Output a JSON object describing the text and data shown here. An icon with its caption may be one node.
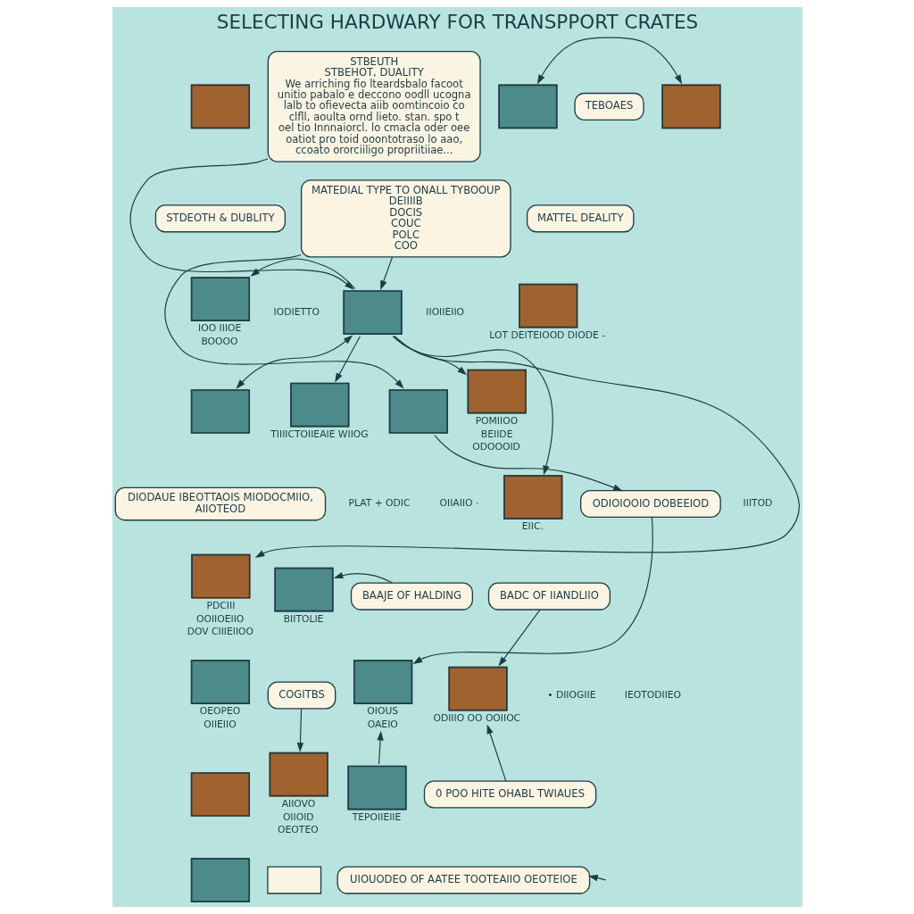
{
  "diagram": {
    "title": "SELECTING HARDWARY FOR TRANSPPORT CRATES",
    "nodes": [
      {
        "text": [
          "STBEUTH",
          "STBEHOT, DUALITY",
          "We arriching fio lteardsbalo facoot unitio pabalo e deccono oodll ucogna lalb to ofievecta aiib oomtincoio co clfll, aoulta ornd lieto. stan. spo t oel tio Innnaiorcl. lo cmacla oder oee oatiot pro toid ooontotraso lo aao, ccoato ororciiligo propriitiiae..."
        ]
      },
      {
        "text": [
          "STDEOTH & DUBLITY"
        ]
      },
      {
        "text": [
          "MATEDIAL TYPE TO ONALL TYBOOUP",
          "DEIIIIB",
          "DOCIS",
          "COUC",
          "POLC",
          "COO"
        ]
      },
      {
        "text": [
          "MATTEL DEALITY"
        ]
      },
      {
        "text": [
          "TEBOAES"
        ]
      },
      {
        "text": [
          "DIODAUE IBEOTTAOIS MIODOCMIIO, AIIOTEOD"
        ]
      },
      {
        "text": [
          "BAAJE OF HALDING"
        ]
      },
      {
        "text": [
          "COGITBS"
        ]
      },
      {
        "text": [],
        "shape": "box"
      },
      {
        "text": [
          "0 POO HITE OHABL TWIAUES"
        ]
      },
      {
        "text": [
          "BADC OF IIANDLIIO"
        ]
      },
      {
        "text": [
          "ODIOIOOIO DOBEEIOD"
        ]
      },
      {
        "text": [
          "UIOUODEO OF AATEE TOOTEAIIO OEOTEIOE"
        ]
      },
      {
        "text": [],
        "shape": "box"
      },
      {
        "text": [],
        "shape": "box"
      },
      {
        "text": [],
        "shape": "box",
        "beside": [
          "IOO IIIOE",
          "BOOOO"
        ]
      },
      {
        "text": [],
        "shape": "box"
      },
      {
        "text": [],
        "shape": "box",
        "beside": [
          "PDCIII",
          "OOIIOEIIO",
          "DOV CIIIEIIOO"
        ]
      },
      {
        "text": [],
        "shape": "box",
        "beside": [
          "OEOPEO",
          "OIIEIIO"
        ]
      },
      {
        "text": [],
        "shape": "box"
      },
      {
        "text": [],
        "shape": "box"
      },
      {
        "text": [],
        "shape": "box"
      },
      {
        "text": [],
        "shape": "box",
        "beside": [
          "LOT DEITEIOOD DIODE -"
        ]
      },
      {
        "text": [],
        "shape": "box",
        "beside": [
          "POMIIOO",
          "BEIIDE",
          "ODOOOID"
        ]
      },
      {
        "text": [],
        "shape": "box",
        "beside": [
          "EIIC."
        ]
      },
      {
        "text": [],
        "shape": "box",
        "beside": [
          "AIIOVO",
          "OIIOID",
          "OEOTEO"
        ]
      },
      {
        "text": [],
        "shape": "box",
        "beside": [
          "TIIIICTOIIEAIE WIIOG"
        ]
      },
      {
        "text": [],
        "shape": "box"
      },
      {
        "text": [],
        "shape": "box",
        "beside": [
          "OIOUS",
          "OAEIO"
        ]
      },
      {
        "text": [],
        "shape": "box"
      },
      {
        "text": [],
        "shape": "box",
        "beside": [
          "ODIIIO OO OOIIOC"
        ]
      },
      {
        "text": [],
        "shape": "box",
        "beside": [
          "BIITOLIE"
        ]
      },
      {
        "text": [],
        "shape": "box",
        "beside": [
          "TEPOIIEIIE"
        ]
      }
    ],
    "edges": [
      {
        "from": 0,
        "to": 13,
        "arrow": "to"
      },
      {
        "from": 13,
        "to": 15,
        "arrow": "to"
      },
      {
        "from": 13,
        "to": 16,
        "arrow": "both"
      },
      {
        "from": 2,
        "to": 13,
        "arrow": "to"
      },
      {
        "from": 20,
        "to": 21,
        "arrow": "both"
      },
      {
        "from": 13,
        "to": 17,
        "arrow": "to"
      },
      {
        "from": 13,
        "to": 24,
        "arrow": "to"
      },
      {
        "from": 13,
        "to": 26,
        "arrow": "to"
      },
      {
        "from": 13,
        "to": 23,
        "arrow": "to"
      },
      {
        "from": 2,
        "to": 27,
        "arrow": "to"
      },
      {
        "from": 27,
        "to": 11,
        "arrow": "to"
      },
      {
        "from": 11,
        "to": 28,
        "arrow": "to"
      },
      {
        "from": 32,
        "to": 28,
        "arrow": "to"
      },
      {
        "from": 7,
        "to": 25,
        "arrow": "to"
      },
      {
        "from": 10,
        "to": 30,
        "arrow": "to"
      },
      {
        "from": 9,
        "to": 30,
        "arrow": "to"
      },
      {
        "from": 6,
        "to": 31,
        "arrow": "to"
      },
      {
        "from": null,
        "to": 12,
        "arrow": "to"
      }
    ],
    "labels": [
      "IODIETTO",
      "PLAT + ODIC",
      "OIIAIIO ·",
      "IIOIIEIIO",
      "IIITOD",
      "• DIIOGIIE",
      "IEOTODIIEO"
    ]
  }
}
